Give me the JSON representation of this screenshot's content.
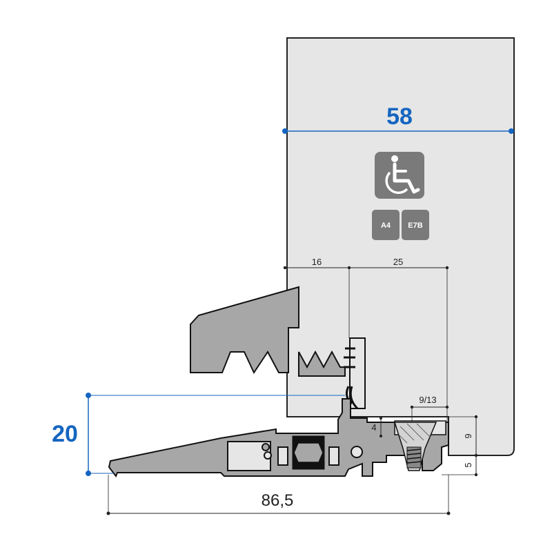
{
  "dimensions": {
    "door_thickness": "58",
    "threshold_height": "20",
    "threshold_width": "86,5",
    "offset_left": "16",
    "offset_right": "25",
    "slot_width": "9/13",
    "gap": "4",
    "step_height": "9",
    "base_height": "5"
  },
  "badges": {
    "a4": "A4",
    "e7b": "E7B"
  },
  "icons": {
    "accessibility": "wheelchair-icon"
  },
  "colors": {
    "dimension_blue": "#1565c0",
    "door_fill": "#e6e6e6",
    "profile_fill": "#a7a7a7",
    "badge_fill": "#7a7a7a",
    "seal_fill": "#111111"
  }
}
